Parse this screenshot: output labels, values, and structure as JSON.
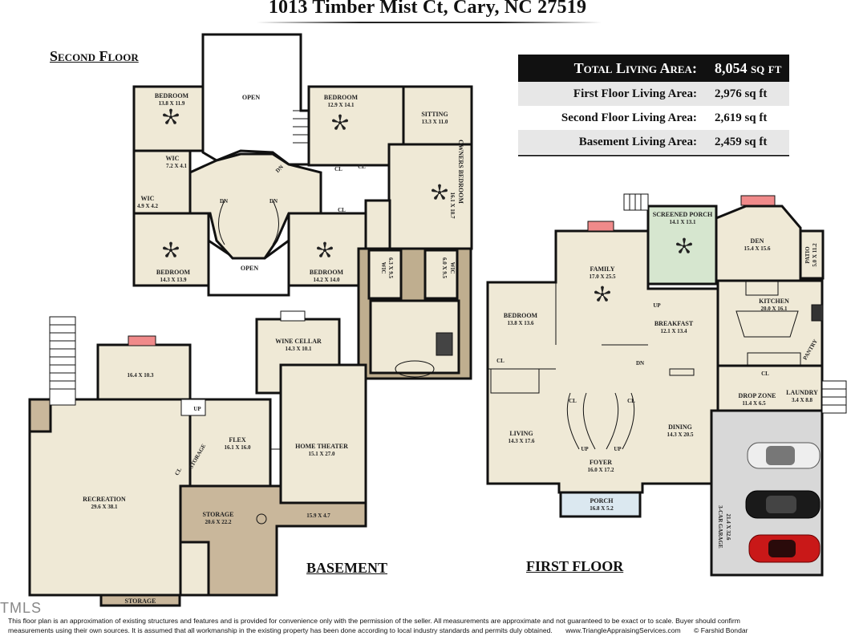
{
  "title": "1013 Timber Mist Ct, Cary, NC 27519",
  "floors": {
    "second": "Second Floor",
    "basement": "BASEMENT",
    "first": "FIRST FLOOR"
  },
  "areas": [
    {
      "label": "Total Living Area:",
      "value": "8,054 sq ft"
    },
    {
      "label": "First Floor Living Area:",
      "value": "2,976 sq ft"
    },
    {
      "label": "Second Floor Living Area:",
      "value": "2,619 sq ft"
    },
    {
      "label": "Basement Living Area:",
      "value": "2,459 sq ft"
    }
  ],
  "second_floor_rooms": {
    "bed1": {
      "name": "BEDROOM",
      "dim": "13.8 X 11.9"
    },
    "open1": {
      "name": "OPEN"
    },
    "bed2": {
      "name": "BEDROOM",
      "dim": "12.9 X 14.1"
    },
    "sitting": {
      "name": "SITTING",
      "dim": "13.3 X 11.0"
    },
    "wic1": {
      "name": "WIC",
      "dim": "7.2 X 4.1"
    },
    "wic2": {
      "name": "WIC",
      "dim": "4.9 X 4.2"
    },
    "bed3": {
      "name": "BEDROOM",
      "dim": "14.3 X 13.9"
    },
    "open2": {
      "name": "OPEN"
    },
    "bed4": {
      "name": "BEDROOM",
      "dim": "14.2 X 14.0"
    },
    "owners": {
      "name": "OWNERS BEDROOM",
      "dim": "16.1 X 18.7"
    },
    "wic3": {
      "name": "WIC",
      "dim": "6.3 X 9.5"
    },
    "wic4": {
      "name": "WIC",
      "dim": "6.0 X 9.5"
    },
    "cl": "CL",
    "dn": "DN"
  },
  "basement_rooms": {
    "unnamed": {
      "dim": "16.4 X 10.3"
    },
    "wine": {
      "name": "WINE CELLAR",
      "dim": "14.3 X 10.1"
    },
    "flex": {
      "name": "FLEX",
      "dim": "16.1 X 16.0"
    },
    "theater": {
      "name": "HOME THEATER",
      "dim": "15.1 X 27.0"
    },
    "recreation": {
      "name": "RECREATION",
      "dim": "29.6 X 38.1"
    },
    "storage1": {
      "name": "STORAGE",
      "dim": "20.6 X 22.2"
    },
    "hall": {
      "dim": "15.9 X 4.7"
    },
    "storage2": {
      "name": "STORAGE"
    },
    "storage_closet": {
      "name": "STORAGE"
    },
    "up": "UP",
    "cl": "CL"
  },
  "first_floor_rooms": {
    "screened": {
      "name": "SCREENED PORCH",
      "dim": "14.1 X 13.1"
    },
    "den": {
      "name": "DEN",
      "dim": "15.4 X 15.6"
    },
    "patio": {
      "name": "PATIO",
      "dim": "5.0 X 11.2"
    },
    "family": {
      "name": "FAMILY",
      "dim": "17.0 X 25.5"
    },
    "kitchen": {
      "name": "KITCHEN",
      "dim": "20.0 X 16.1"
    },
    "bedroom": {
      "name": "BEDROOM",
      "dim": "13.8 X 13.6"
    },
    "breakfast": {
      "name": "BREAKFAST",
      "dim": "12.1 X 13.4"
    },
    "pantry": {
      "name": "PANTRY"
    },
    "laundry": {
      "name": "LAUNDRY",
      "dim": "3.4 X 8.8"
    },
    "drop": {
      "name": "DROP ZONE",
      "dim": "11.4 X 6.5"
    },
    "living": {
      "name": "LIVING",
      "dim": "14.3 X 17.6"
    },
    "dining": {
      "name": "DINING",
      "dim": "14.3 X 20.5"
    },
    "foyer": {
      "name": "FOYER",
      "dim": "16.0 X 17.2"
    },
    "porch": {
      "name": "PORCH",
      "dim": "16.8 X 5.2"
    },
    "garage": {
      "name": "3-CAR GARAGE",
      "dim": "21.4 X 32.6"
    },
    "cl": "CL",
    "up": "UP",
    "dn": "DN"
  },
  "logo": "TMLS",
  "disclaimer_line1": "This floor plan is an approximation of existing structures and features and is provided for convenience only with the permission of the seller.  All measurements are approximate and not guaranteed to be exact or to scale.  Buyer should confirm",
  "disclaimer_line2": "measurements using their own sources.  It is assumed that all workmanship in the existing property has been done according to local industry standards and permits duly obtained.",
  "website": "www.TriangleAppraisingServices.com",
  "copyright": "© Farshid Bondar",
  "colors": {
    "room_fill": "#efe9d6",
    "wall": "#111111",
    "garage_fill": "#d8d8d8",
    "storage_fill": "#c9b79b",
    "screened_fill": "#d6e6cf",
    "porch_fill": "#dbe8f0",
    "fireplace": "#f08a8a",
    "bath_dark": "#bfae8f"
  }
}
